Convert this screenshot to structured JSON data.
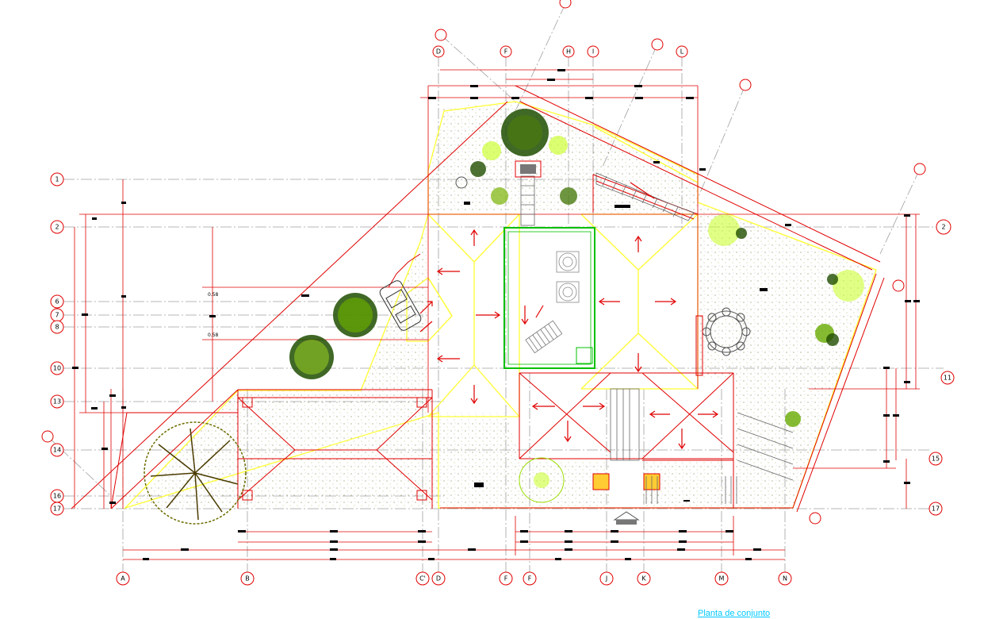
{
  "drawing": {
    "caption": "Planta  de conjunto",
    "grid_bottom": [
      "A",
      "B",
      "C'",
      "D",
      "F",
      "F",
      "J",
      "K",
      "M",
      "N"
    ],
    "grid_top": [
      "D",
      "F",
      "H",
      "I",
      "L"
    ],
    "grid_left": [
      "1",
      "2",
      "6",
      "7",
      "8",
      "10",
      "13",
      "14",
      "16",
      "17"
    ],
    "grid_right": [
      "2",
      "11",
      "15",
      "17"
    ],
    "dim_small": [
      "0.58",
      "0.58"
    ],
    "colors": {
      "red": "#e00000",
      "yellow": "#ffff33",
      "green": "#00c000",
      "gray": "#9a9a9a",
      "tree_green": "#66aa00",
      "bg": "#ffffff",
      "caption": "#00c8ff"
    }
  }
}
